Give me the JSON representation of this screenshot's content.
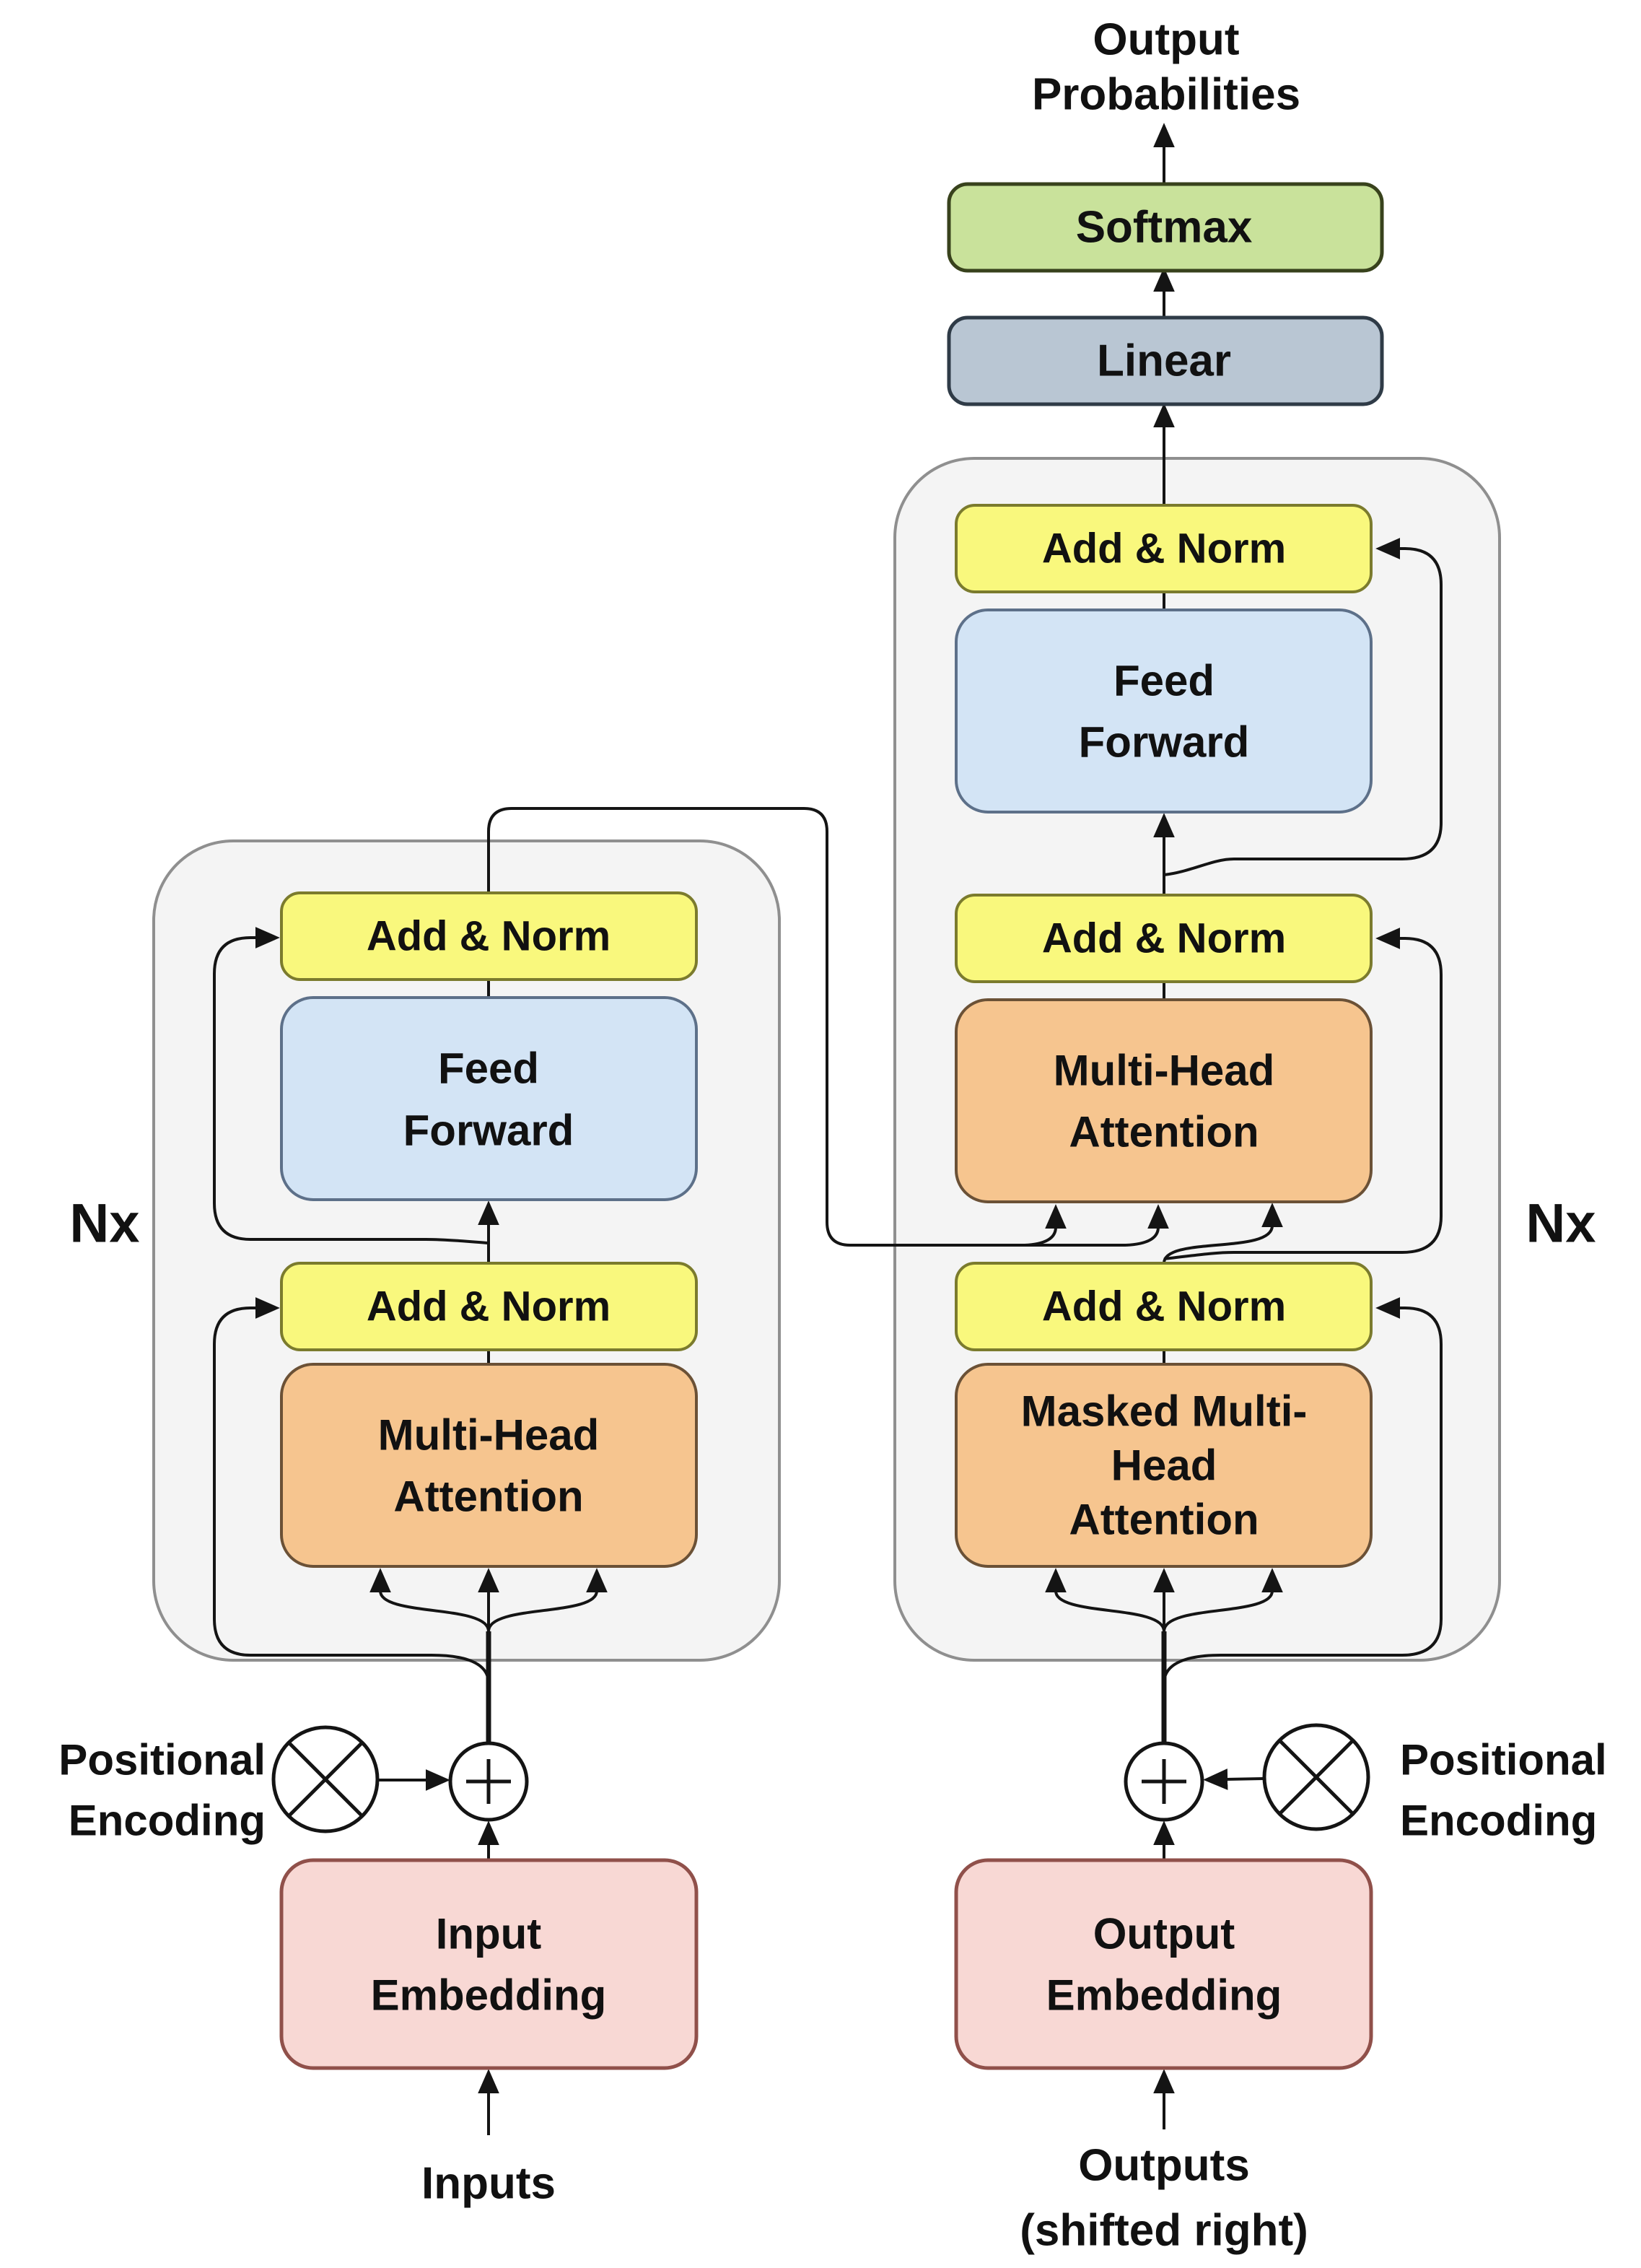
{
  "colors": {
    "softmax_fill": "#c9e29b",
    "linear_fill": "#b9c6d3",
    "add_norm_fill": "#f9f87d",
    "feed_forward_fill": "#d3e4f5",
    "attention_fill": "#f6c58f",
    "embedding_fill": "#f8d8d4",
    "container_fill": "#f4f4f4",
    "line": "#141414"
  },
  "top": {
    "output_probabilities_line1": "Output",
    "output_probabilities_line2": "Probabilities",
    "softmax": "Softmax",
    "linear": "Linear"
  },
  "encoder": {
    "repeat_label": "Nx",
    "add_norm_upper": "Add & Norm",
    "feed_forward_line1": "Feed",
    "feed_forward_line2": "Forward",
    "add_norm_lower": "Add & Norm",
    "attention_line1": "Multi-Head",
    "attention_line2": "Attention",
    "positional_line1": "Positional",
    "positional_line2": "Encoding",
    "embedding_line1": "Input",
    "embedding_line2": "Embedding",
    "input_label": "Inputs"
  },
  "decoder": {
    "repeat_label": "Nx",
    "add_norm_top": "Add & Norm",
    "feed_forward_line1": "Feed",
    "feed_forward_line2": "Forward",
    "add_norm_middle": "Add & Norm",
    "attention_line1": "Multi-Head",
    "attention_line2": "Attention",
    "add_norm_bottom": "Add & Norm",
    "masked_attention_line1": "Masked Multi-",
    "masked_attention_line2": "Head",
    "masked_attention_line3": "Attention",
    "positional_line1": "Positional",
    "positional_line2": "Encoding",
    "embedding_line1": "Output",
    "embedding_line2": "Embedding",
    "output_label_line1": "Outputs",
    "output_label_line2": "(shifted right)"
  }
}
